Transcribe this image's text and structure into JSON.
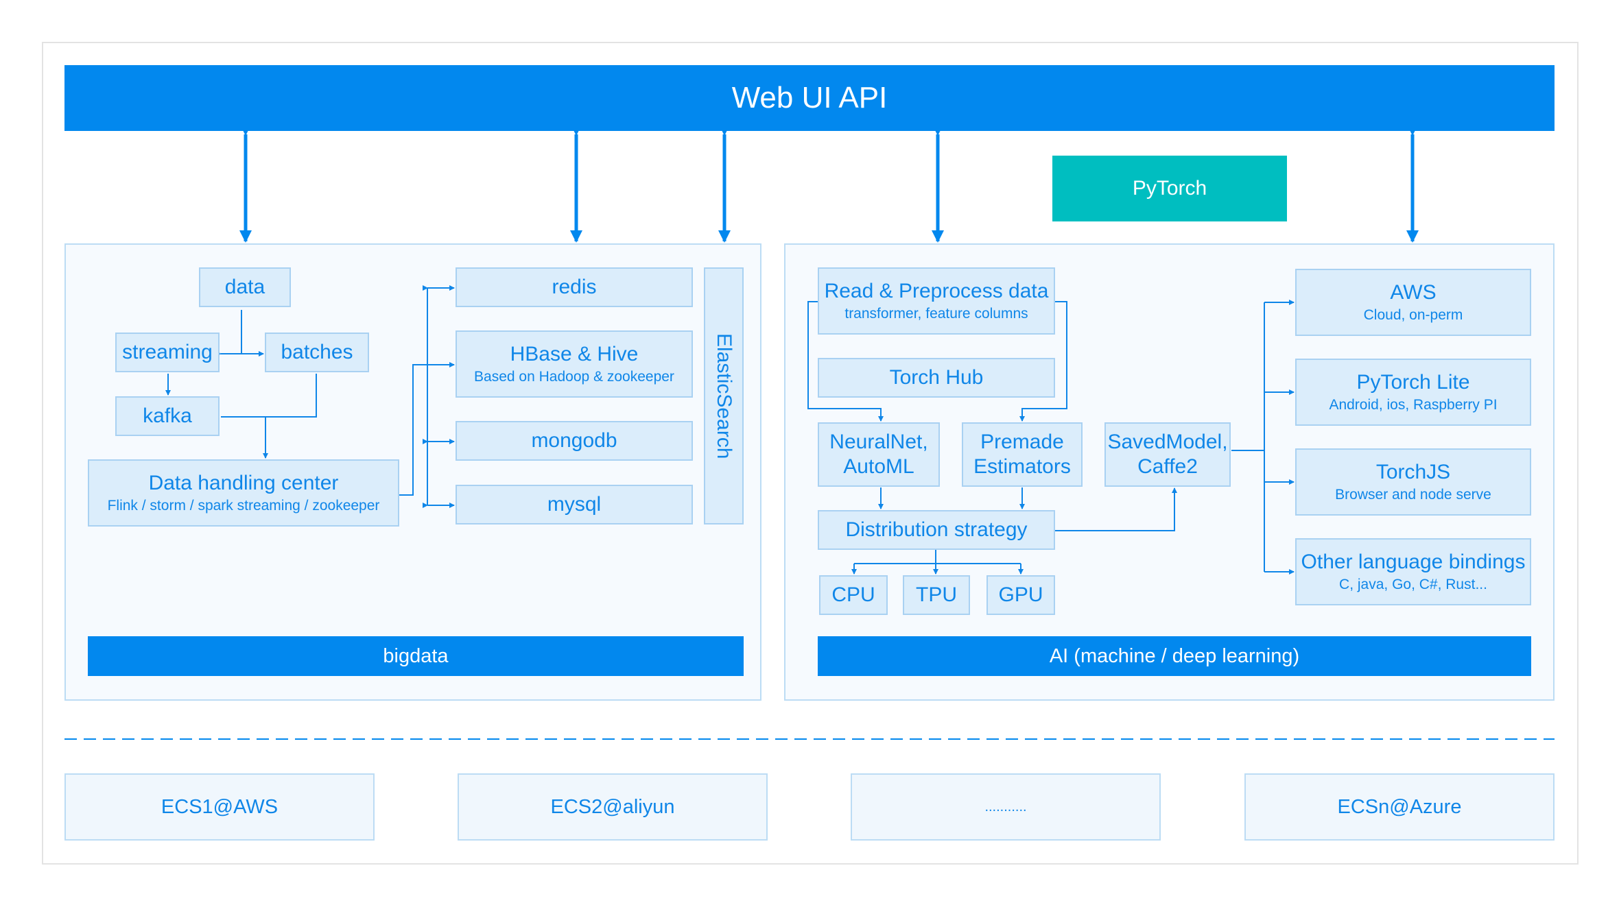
{
  "header": {
    "title": "Web UI API"
  },
  "pytorch_badge": {
    "label": "PyTorch"
  },
  "bigdata": {
    "footer": "bigdata",
    "data": "data",
    "streaming": "streaming",
    "batches": "batches",
    "kafka": "kafka",
    "center_title": "Data handling center",
    "center_sub": "Flink / storm / spark streaming / zookeeper",
    "redis": "redis",
    "hbase_title": "HBase & Hive",
    "hbase_sub": "Based on Hadoop & zookeeper",
    "mongodb": "mongodb",
    "mysql": "mysql",
    "elasticsearch": "ElasticSearch"
  },
  "ai": {
    "footer": "AI (machine / deep learning)",
    "read_title": "Read & Preprocess data",
    "read_sub": "transformer, feature columns",
    "torch_hub": "Torch Hub",
    "neuralnet_1": "NeuralNet,",
    "neuralnet_2": "AutoML",
    "premade_1": "Premade",
    "premade_2": "Estimators",
    "saved_1": "SavedModel,",
    "saved_2": "Caffe2",
    "distribution": "Distribution strategy",
    "cpu": "CPU",
    "tpu": "TPU",
    "gpu": "GPU",
    "aws_title": "AWS",
    "aws_sub": "Cloud, on-perm",
    "lite_title": "PyTorch Lite",
    "lite_sub": "Android, ios, Raspberry PI",
    "js_title": "TorchJS",
    "js_sub": "Browser and node serve",
    "other_title": "Other language bindings",
    "other_sub": "C, java, Go, C#, Rust..."
  },
  "infra": {
    "ecs1": "ECS1@AWS",
    "ecs2": "ECS2@aliyun",
    "dots": "...........",
    "ecsn": "ECSn@Azure"
  },
  "colors": {
    "primary": "#0288ee",
    "teal": "#00bec0",
    "box_fill": "#dbedfb",
    "box_border": "#a9d1f2",
    "text_blue": "#0f86e8"
  }
}
